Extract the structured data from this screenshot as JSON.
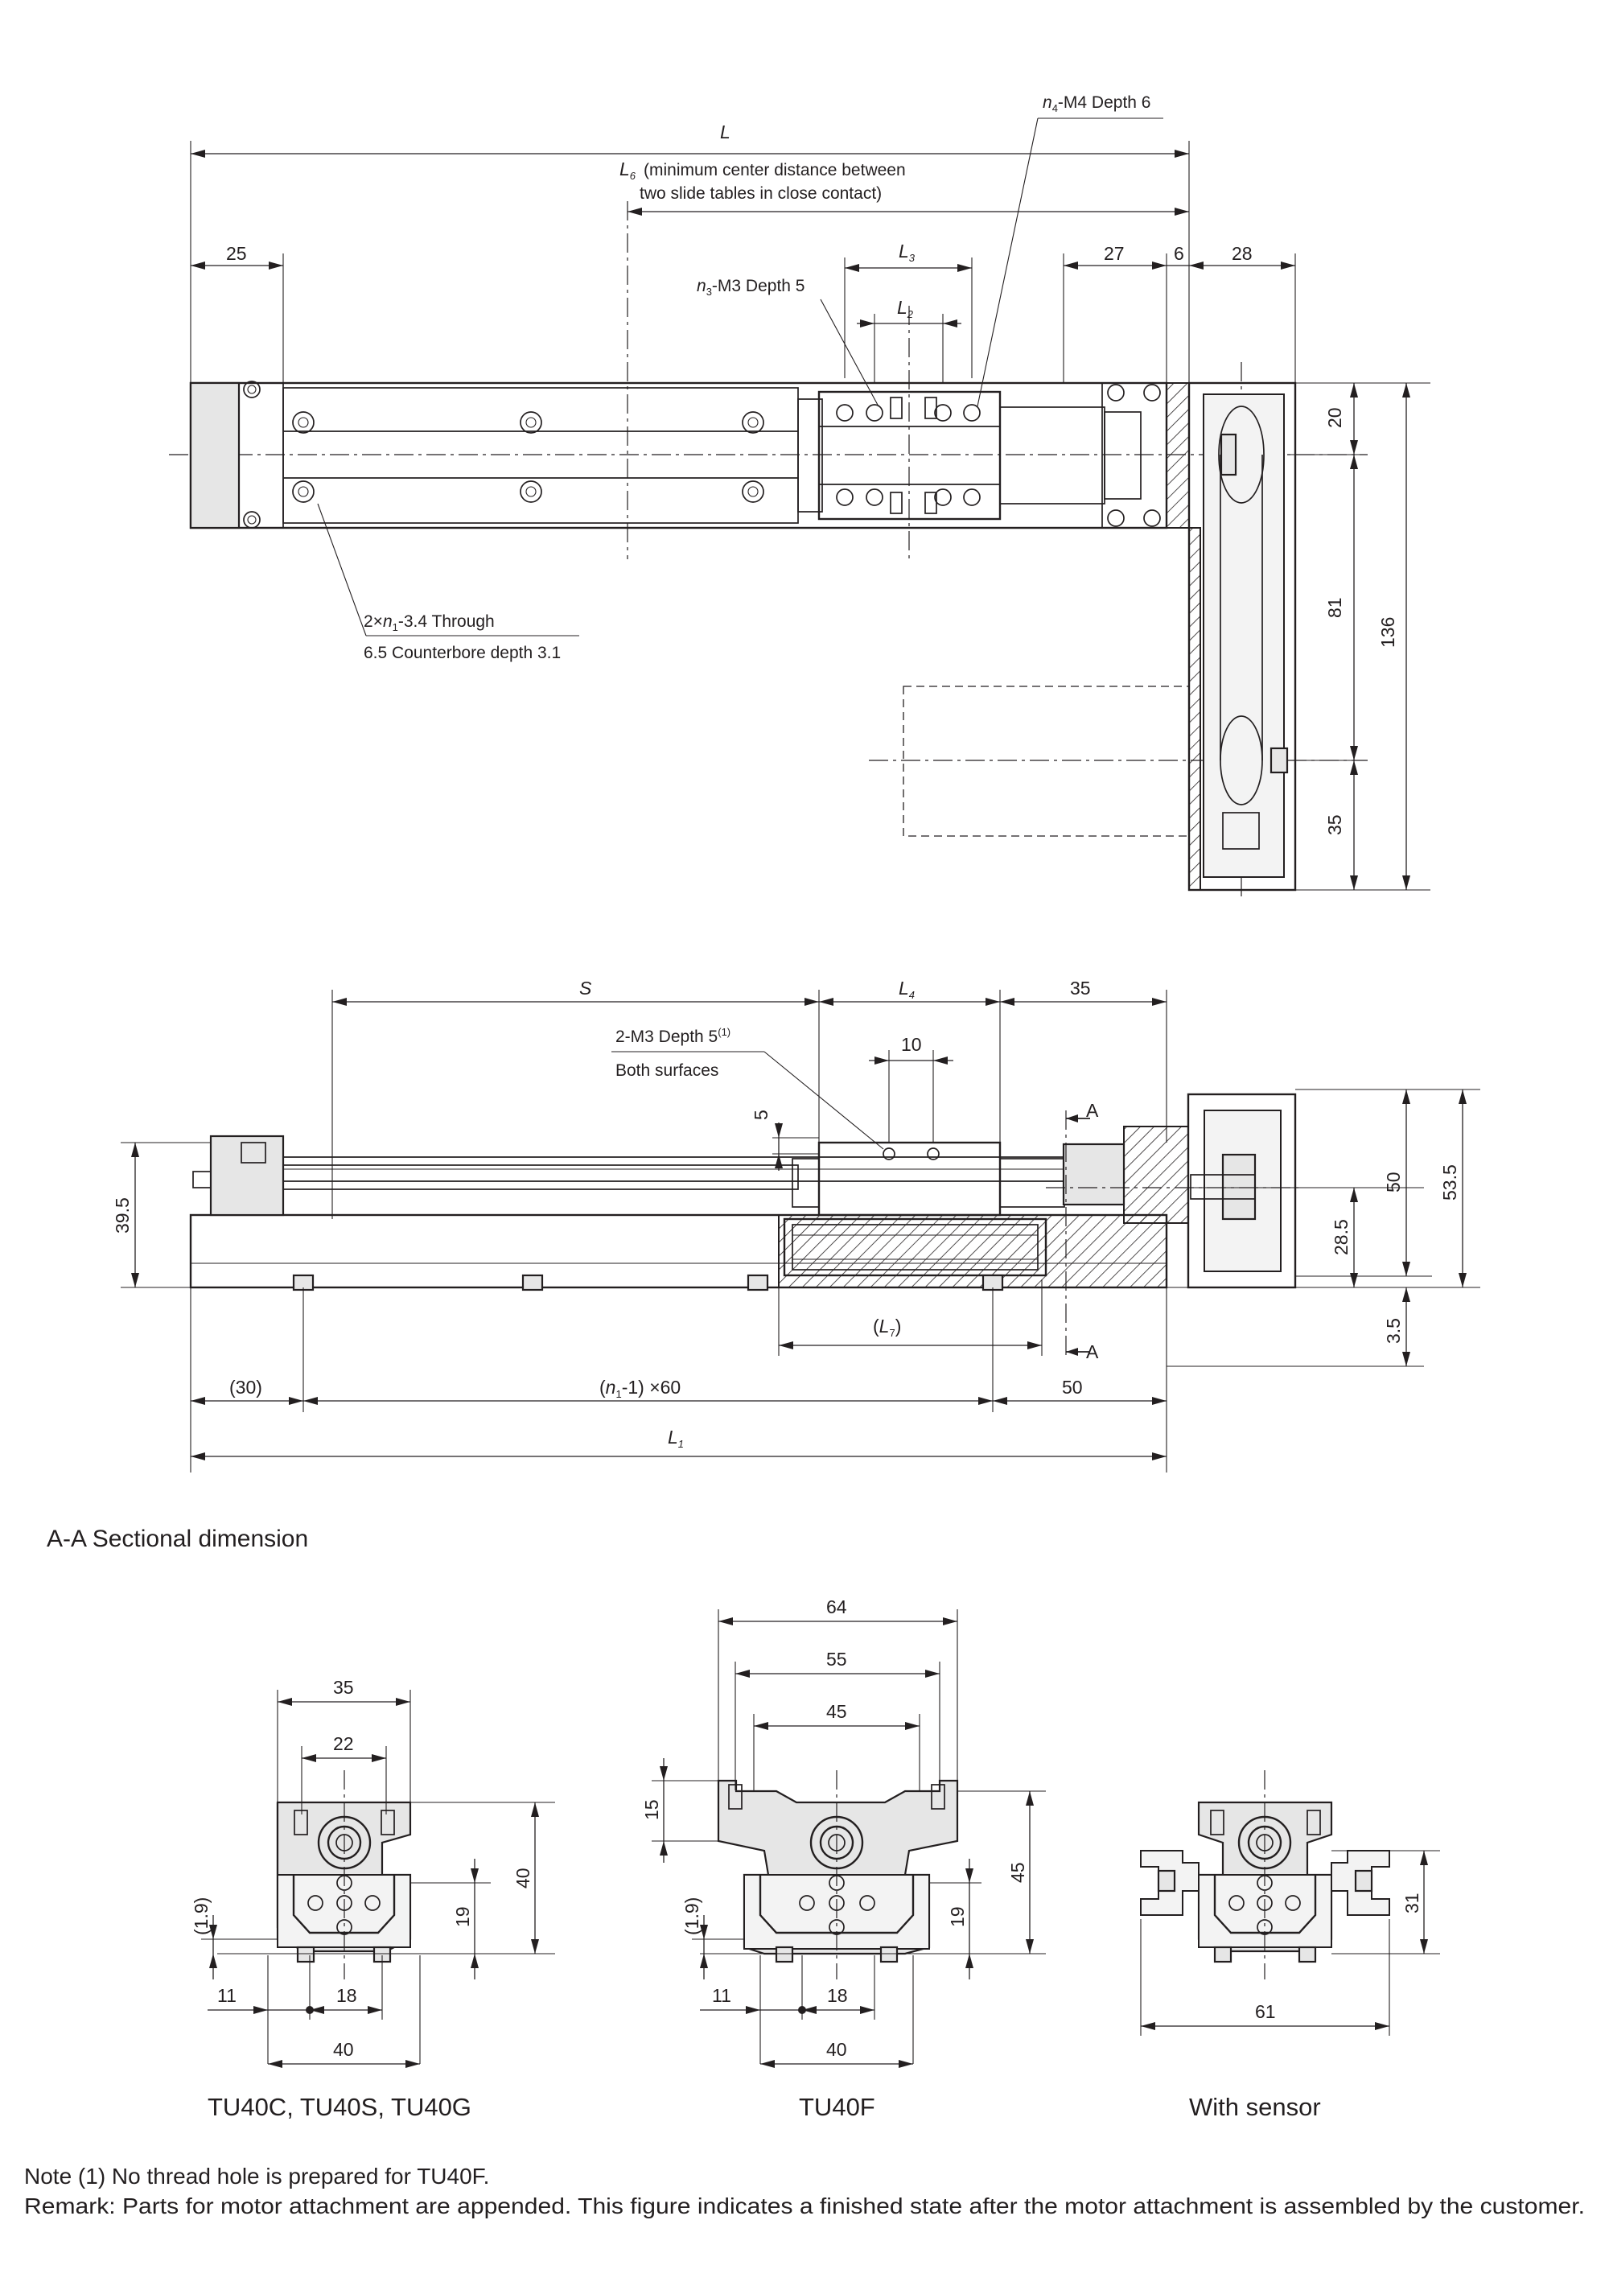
{
  "plan_view": {
    "L": "L",
    "L6": {
      "sym": "L",
      "sub": "6",
      "text": "(minimum center distance between",
      "text2": "two slide tables in close contact)"
    },
    "L3": {
      "sym": "L",
      "sub": "3"
    },
    "L2": {
      "sym": "L",
      "sub": "2"
    },
    "n3_label": {
      "sym": "n",
      "sub": "3",
      "text": "-M3 Depth 5"
    },
    "n4_label": {
      "sym": "n",
      "sub": "4",
      "text": "-M4 Depth 6"
    },
    "dim_25": "25",
    "dim_27": "27",
    "dim_6": "6",
    "dim_28": "28",
    "dim_20": "20",
    "dim_81": "81",
    "dim_35": "35",
    "dim_136": "136",
    "hole_note1": {
      "pre": "2×",
      "sym": "n",
      "sub": "1",
      "text": "-3.4 Through"
    },
    "hole_note2": "6.5 Counterbore depth 3.1"
  },
  "side_view": {
    "S": "S",
    "L4": {
      "sym": "L",
      "sub": "4"
    },
    "dim_35": "35",
    "m3_label": "2-M3 Depth 5",
    "m3_note_ref": "(1)",
    "m3_label2": "Both surfaces",
    "dim_10": "10",
    "dim_5": "5",
    "dim_39_5": "39.5",
    "dim_50": "50",
    "dim_53_5": "53.5",
    "dim_28_5": "28.5",
    "dim_3_5": "3.5",
    "section_mark": "A",
    "L7": {
      "open": "(",
      "sym": "L",
      "sub": "7",
      "close": ")"
    },
    "dim_30": "(30)",
    "pitch": {
      "open": "(",
      "sym": "n",
      "sub": "1",
      "text": "-1) ×60"
    },
    "dim_50b": "50",
    "L1": {
      "sym": "L",
      "sub": "1"
    }
  },
  "section": {
    "title": "A-A Sectional dimension",
    "left": {
      "caption": "TU40C, TU40S, TU40G",
      "dim_35": "35",
      "dim_22": "22",
      "dim_40h": "40",
      "dim_19": "19",
      "dim_1_9": "(1.9)",
      "dim_11": "11",
      "dim_18": "18",
      "dim_40w": "40"
    },
    "middle": {
      "caption": "TU40F",
      "dim_64": "64",
      "dim_55": "55",
      "dim_45w": "45",
      "dim_15": "15",
      "dim_45h": "45",
      "dim_19": "19",
      "dim_1_9": "(1.9)",
      "dim_11": "11",
      "dim_18": "18",
      "dim_40w": "40"
    },
    "right": {
      "caption": "With sensor",
      "dim_31": "31",
      "dim_61": "61"
    }
  },
  "notes": {
    "note1": "Note (1)   No thread hole is prepared for TU40F.",
    "remark": "Remark: Parts for motor attachment are appended. This figure indicates a finished state after the motor attachment is assembled by the customer."
  }
}
